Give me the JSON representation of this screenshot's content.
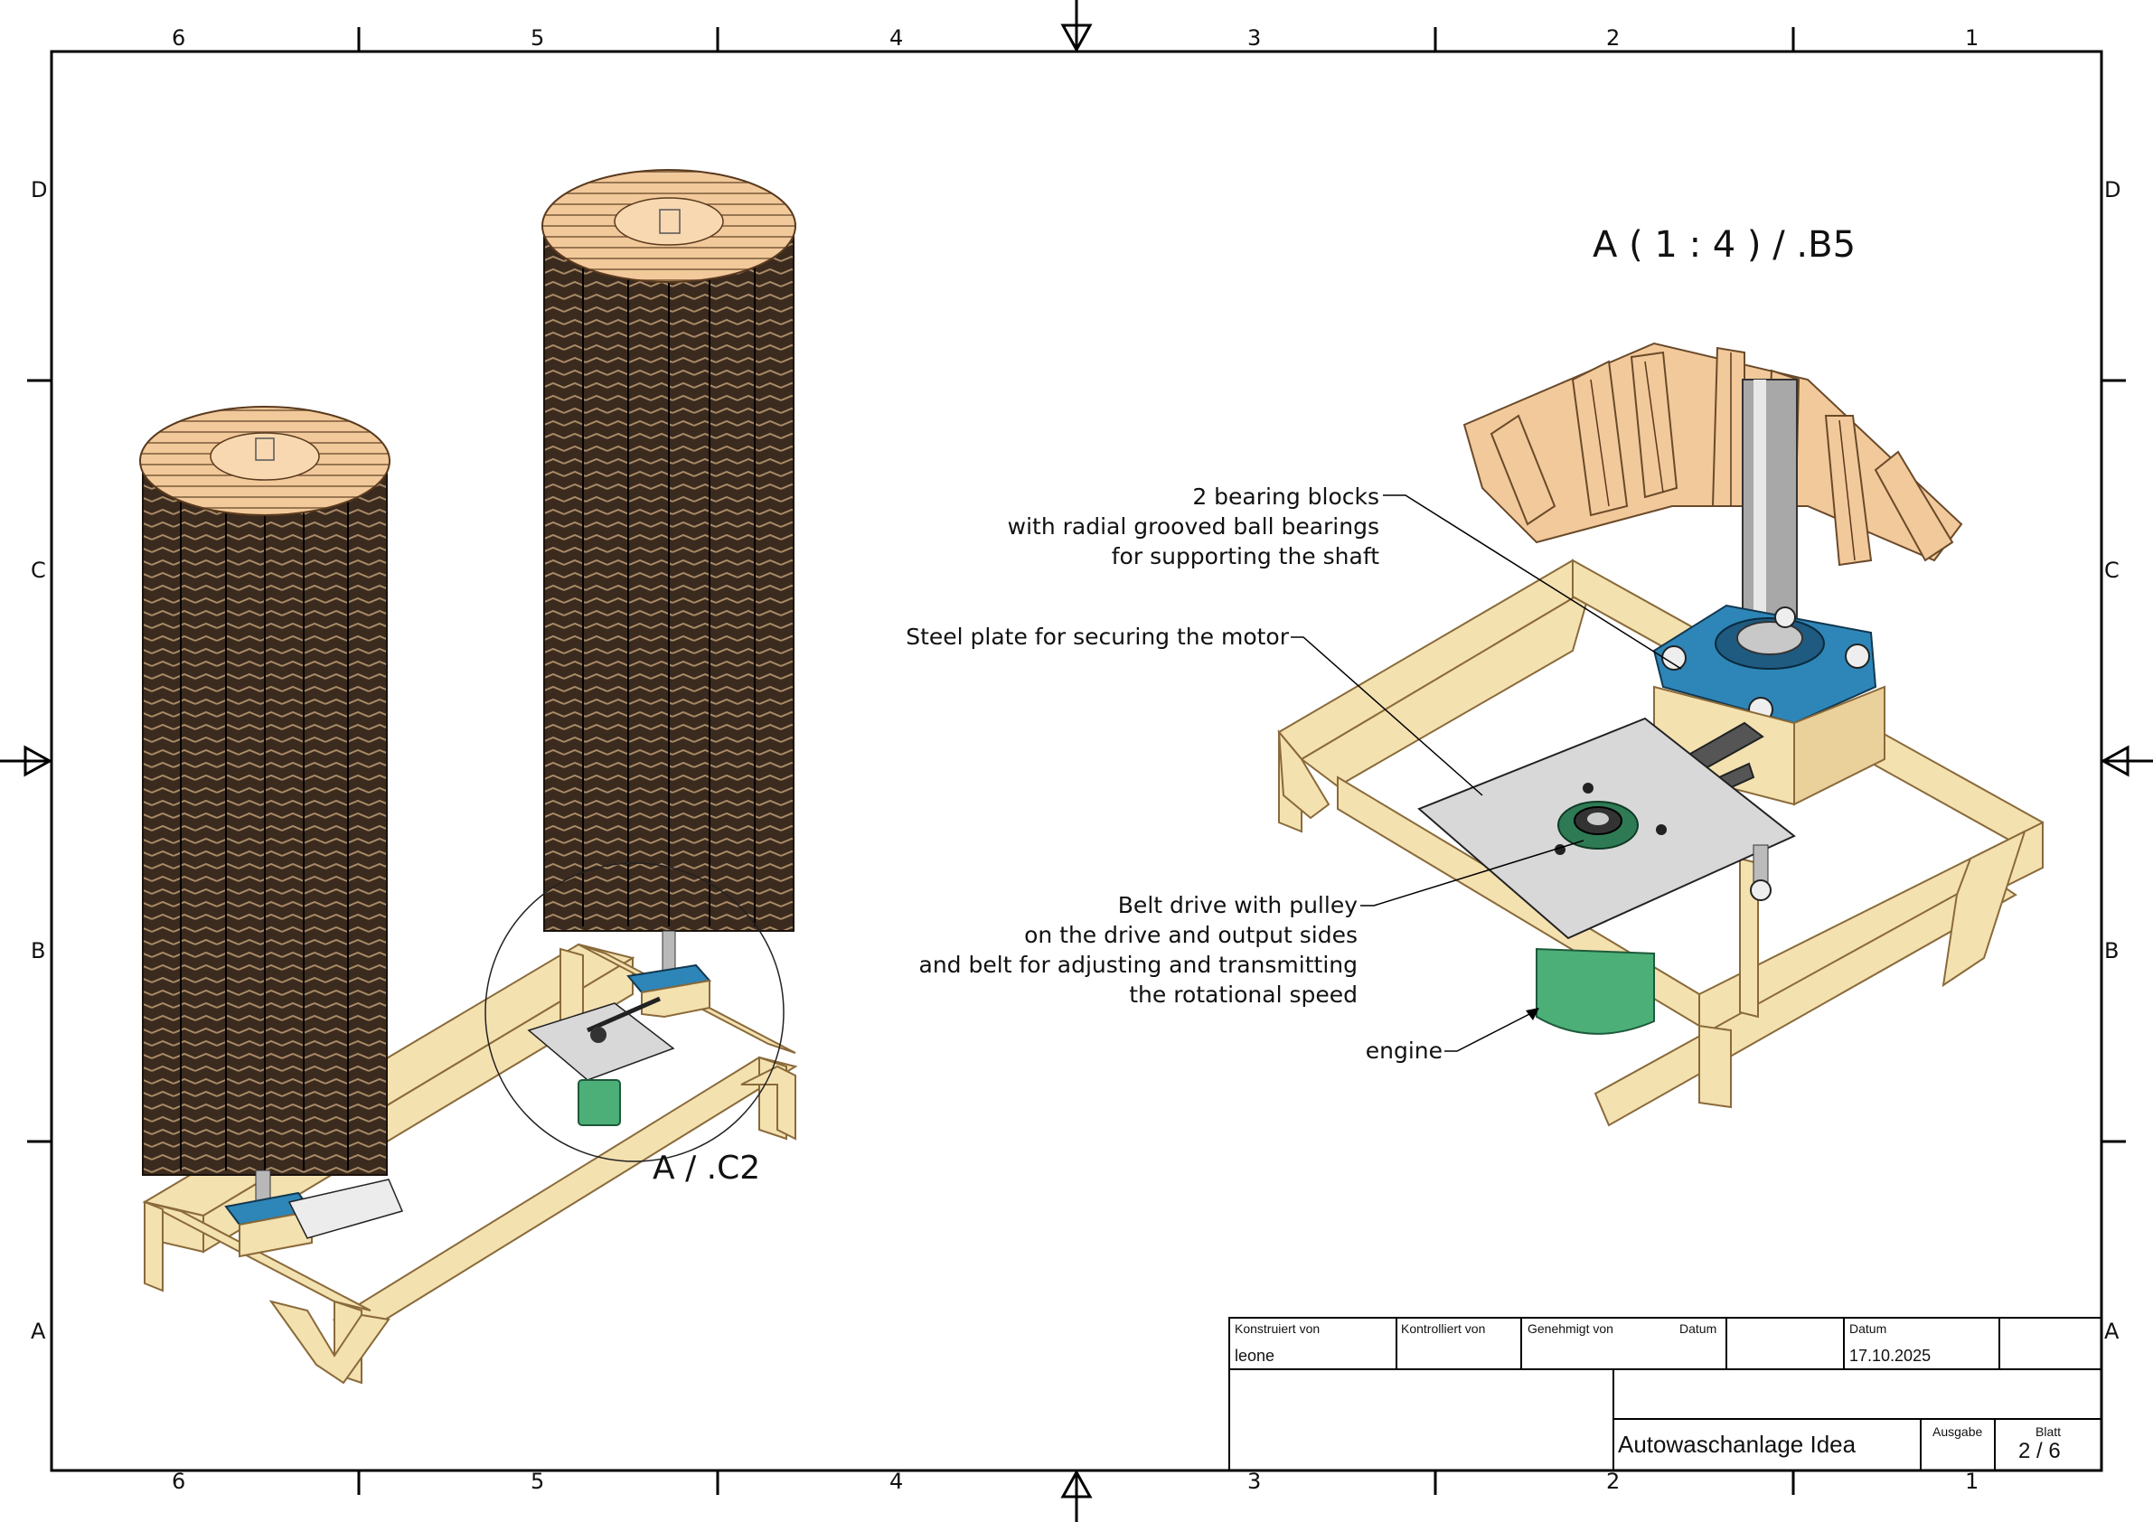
{
  "zones": {
    "top": [
      "6",
      "5",
      "4",
      "3",
      "2",
      "1"
    ],
    "bottom": [
      "6",
      "5",
      "4",
      "3",
      "2",
      "1"
    ],
    "left": [
      "D",
      "C",
      "B",
      "A"
    ],
    "right": [
      "D",
      "C",
      "B",
      "A"
    ]
  },
  "views": {
    "detail_ref": "A / .C2",
    "detail_title": "A ( 1 : 4 ) / .B5"
  },
  "callouts": {
    "bearing": [
      "2 bearing blocks",
      "with radial grooved ball bearings",
      "for supporting the shaft"
    ],
    "plate": "Steel plate for securing the motor",
    "belt": [
      "Belt drive with pulley",
      "on the drive and output sides",
      "and belt for adjusting and transmitting",
      "the rotational speed"
    ],
    "engine": "engine"
  },
  "title_block": {
    "konstruiert_label": "Konstruiert von",
    "konstruiert_value": "leone",
    "kontrolliert_label": "Kontrolliert von",
    "genehmigt_label": "Genehmigt von",
    "datum_label_1": "Datum",
    "datum_label_2": "Datum",
    "datum_value": "17.10.2025",
    "title": "Autowaschanlage Idea",
    "ausgabe_label": "Ausgabe",
    "blatt_label": "Blatt",
    "blatt_value": "2 / 6"
  },
  "colors": {
    "wood": "#f4e1b0",
    "wood_edge": "#c9a86a",
    "bristle_dark": "#3b2a1e",
    "bristle_light": "#f2c99a",
    "bearing_blue": "#2e86b8",
    "motor_green": "#4caf78",
    "steel": "#d8d8d8"
  }
}
